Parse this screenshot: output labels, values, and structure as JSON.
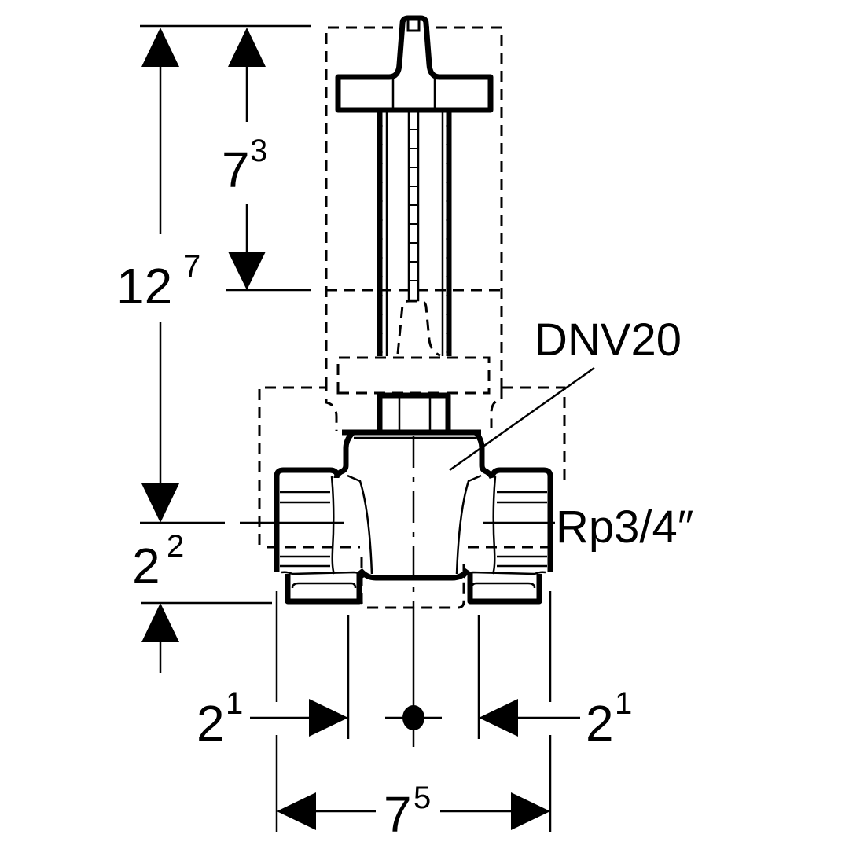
{
  "drawing": {
    "title": "DNV20 valve dimension drawing",
    "model_label": "DNV20",
    "thread_label": "Rp3/4″",
    "dimensions": {
      "total_height": {
        "main": "12",
        "sup": "7"
      },
      "handle_height": {
        "main": "7",
        "sup": "3"
      },
      "port_offset": {
        "main": "2",
        "sup": "2"
      },
      "left_port_depth": {
        "main": "2",
        "sup": "1"
      },
      "right_port_depth": {
        "main": "2",
        "sup": "1"
      },
      "total_width": {
        "main": "7",
        "sup": "5"
      }
    },
    "colors": {
      "line": "#000000",
      "background": "#ffffff"
    }
  }
}
